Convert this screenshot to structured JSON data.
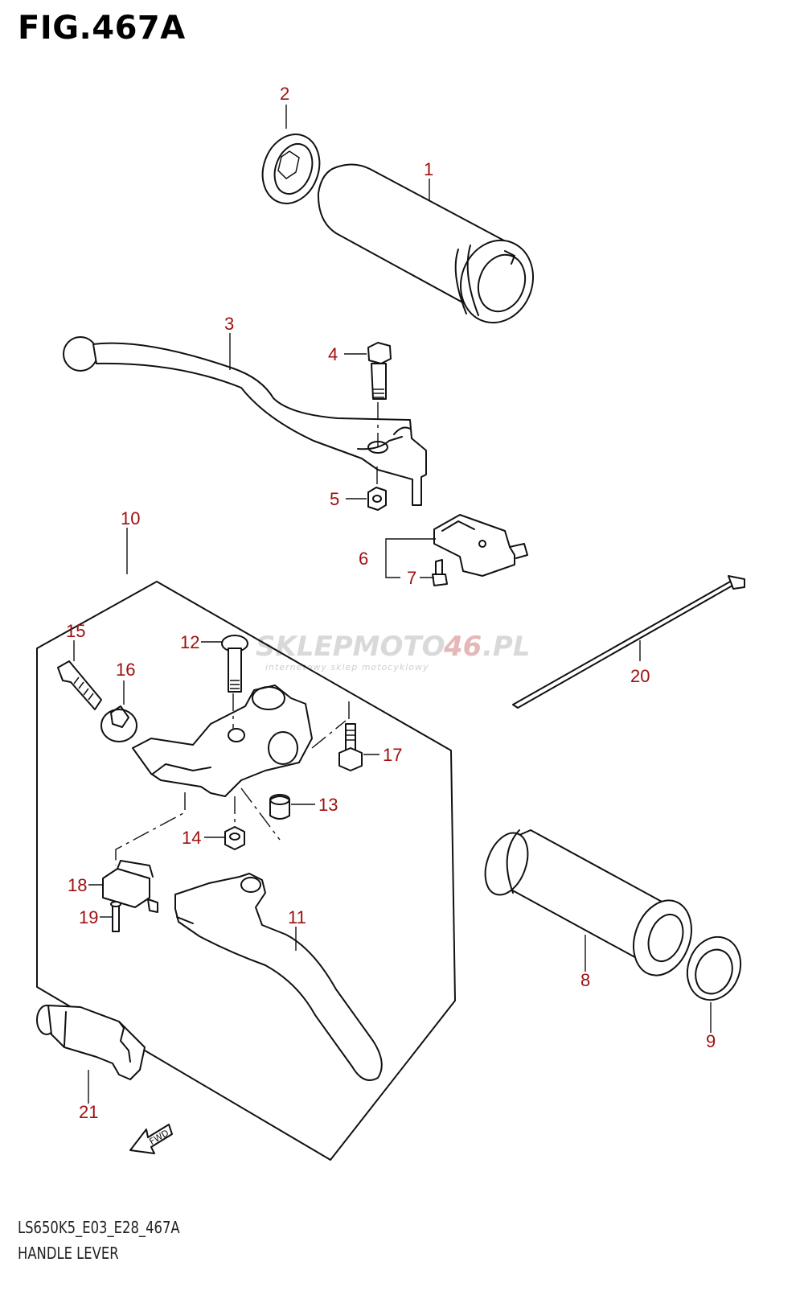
{
  "figure": {
    "title": "FIG.467A",
    "code": "LS650K5_E03_E28_467A",
    "name": "HANDLE LEVER"
  },
  "watermark": {
    "brand_a": "SKLEPMOTO",
    "brand_b": "46",
    "brand_c": ".PL",
    "tagline": "internetowy sklep motocyklowy"
  },
  "direction_marker": "FWD",
  "callouts": [
    "1",
    "2",
    "3",
    "4",
    "5",
    "6",
    "7",
    "8",
    "9",
    "10",
    "11",
    "12",
    "13",
    "14",
    "15",
    "16",
    "17",
    "18",
    "19",
    "20",
    "21"
  ],
  "colors": {
    "callout": "#a01010",
    "line": "#111111",
    "watermark": "#d9d9d9"
  }
}
